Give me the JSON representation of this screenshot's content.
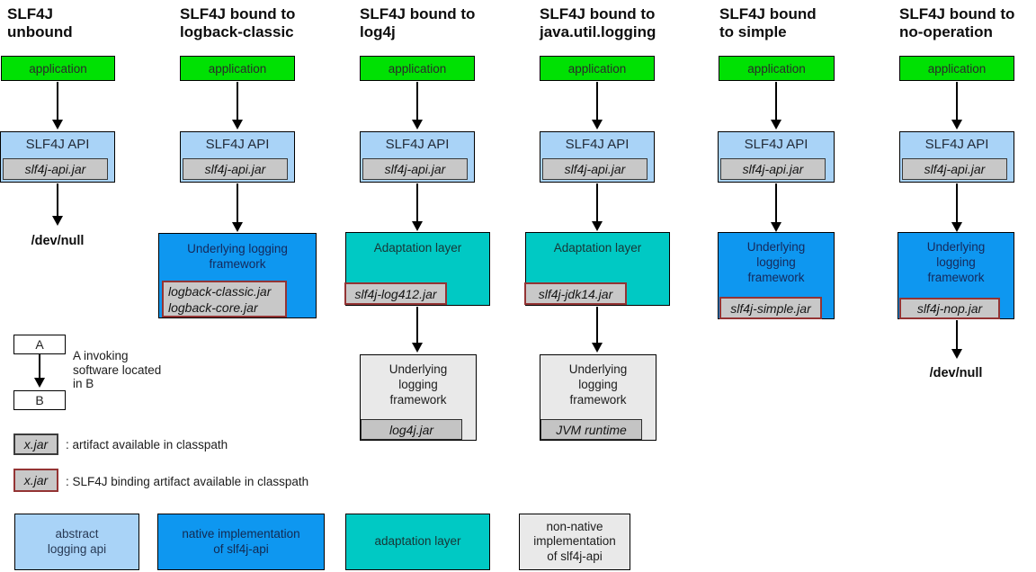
{
  "colors": {
    "application_green": "#00e103",
    "abstract_api_blue": "#a9d3f7",
    "native_impl_blue": "#0e97f0",
    "adaptation_teal": "#00c9c4",
    "nonnative_gray": "#e9e9e9",
    "jar_gray": "#c8c8c8",
    "binding_border_red": "#943434",
    "arrow_black": "#000000"
  },
  "columns": [
    {
      "title": "SLF4J\nunbound",
      "app": "application",
      "api": "SLF4J API",
      "api_jar": "slf4j-api.jar",
      "devnull": "/dev/null"
    },
    {
      "title": "SLF4J bound to\nlogback-classic",
      "app": "application",
      "api": "SLF4J API",
      "api_jar": "slf4j-api.jar",
      "framework": "Underlying logging\nframework",
      "binding_jars": "logback-classic.jar\nlogback-core.jar"
    },
    {
      "title": "SLF4J bound to\nlog4j",
      "app": "application",
      "api": "SLF4J API",
      "api_jar": "slf4j-api.jar",
      "adaptation": "Adaptation layer",
      "binding_jar": "slf4j-log412.jar",
      "framework": "Underlying\nlogging\nframework",
      "framework_jar": "log4j.jar"
    },
    {
      "title": "SLF4J bound to\njava.util.logging",
      "app": "application",
      "api": "SLF4J API",
      "api_jar": "slf4j-api.jar",
      "adaptation": "Adaptation layer",
      "binding_jar": "slf4j-jdk14.jar",
      "framework": "Underlying\nlogging\nframework",
      "framework_jar": "JVM runtime"
    },
    {
      "title": "SLF4J bound\nto simple",
      "app": "application",
      "api": "SLF4J API",
      "api_jar": "slf4j-api.jar",
      "framework": "Underlying\nlogging\nframework",
      "binding_jar": "slf4j-simple.jar"
    },
    {
      "title": "SLF4J bound to\nno-operation",
      "app": "application",
      "api": "SLF4J API",
      "api_jar": "slf4j-api.jar",
      "framework": "Underlying\nlogging\nframework",
      "binding_jar": "slf4j-nop.jar",
      "devnull": "/dev/null"
    }
  ],
  "legend": {
    "invoke": {
      "a": "A",
      "b": "B",
      "text": "A invoking\nsoftware located\nin B"
    },
    "artifact": {
      "label": "x.jar",
      "text": ": artifact available in classpath"
    },
    "binding": {
      "label": "x.jar",
      "text": ": SLF4J binding artifact available in classpath"
    },
    "types": [
      {
        "label": "abstract\nlogging api"
      },
      {
        "label": "native implementation\nof slf4j-api"
      },
      {
        "label": "adaptation layer"
      },
      {
        "label": "non-native\nimplementation\nof slf4j-api"
      }
    ]
  }
}
